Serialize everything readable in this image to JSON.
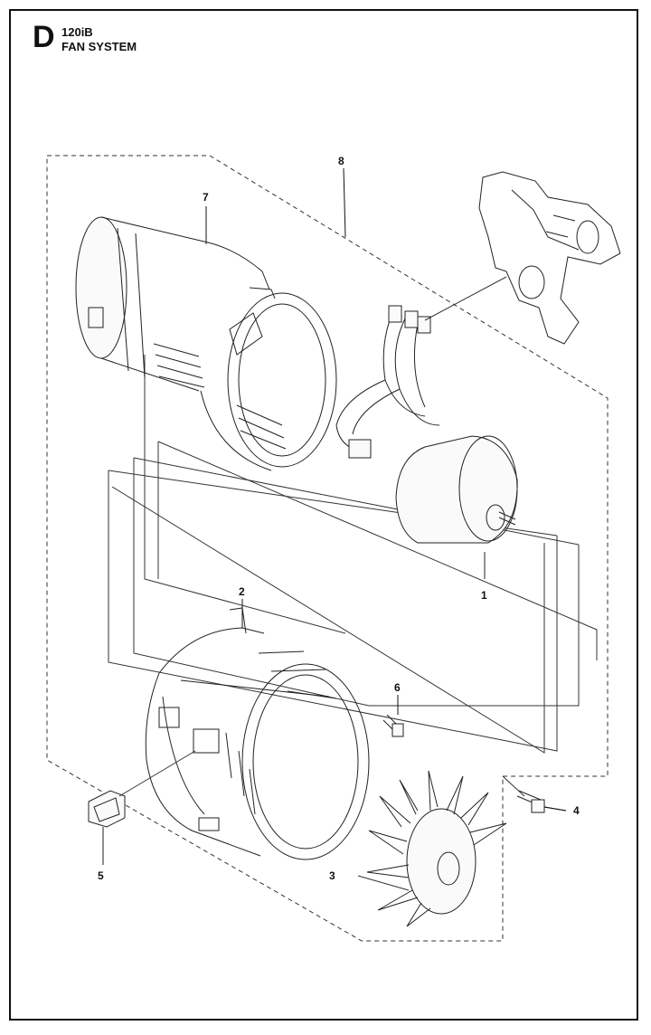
{
  "header": {
    "section_letter": "D",
    "model": "120iB",
    "title": "FAN SYSTEM"
  },
  "callouts": [
    "1",
    "2",
    "3",
    "4",
    "5",
    "6",
    "7",
    "8"
  ]
}
